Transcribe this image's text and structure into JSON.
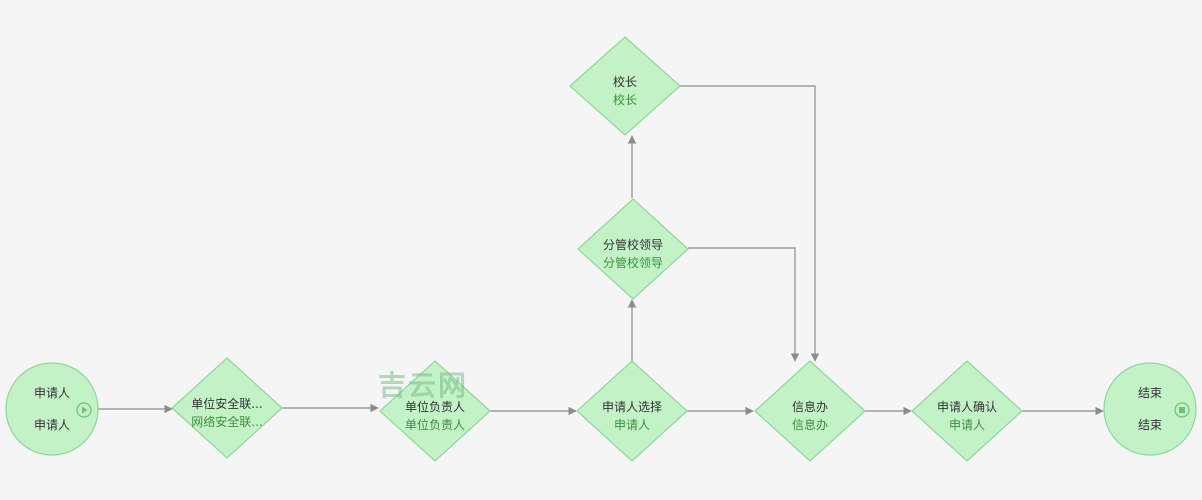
{
  "colors": {
    "background": "#f5f5f5",
    "node_fill": "#c3f2c7",
    "node_stroke": "#8fd69a",
    "edge": "#8c8c8c",
    "sub_text": "#3f8e3f"
  },
  "watermark": "吉云网",
  "nodes": {
    "start": {
      "title": "申请人",
      "subtitle": "申请人",
      "icon": "play-icon"
    },
    "unit_safety": {
      "title": "单位安全联...",
      "subtitle": "网络安全联..."
    },
    "unit_head": {
      "title": "单位负责人",
      "subtitle": "单位负责人"
    },
    "applicant_choice": {
      "title": "申请人选择",
      "subtitle": "申请人"
    },
    "vice_leader": {
      "title": "分管校领导",
      "subtitle": "分管校领导"
    },
    "principal": {
      "title": "校长",
      "subtitle": "校长"
    },
    "info_office": {
      "title": "信息办",
      "subtitle": "信息办"
    },
    "applicant_confirm": {
      "title": "申请人确认",
      "subtitle": "申请人"
    },
    "end": {
      "title": "结束",
      "subtitle": "结束",
      "icon": "stop-icon"
    }
  }
}
